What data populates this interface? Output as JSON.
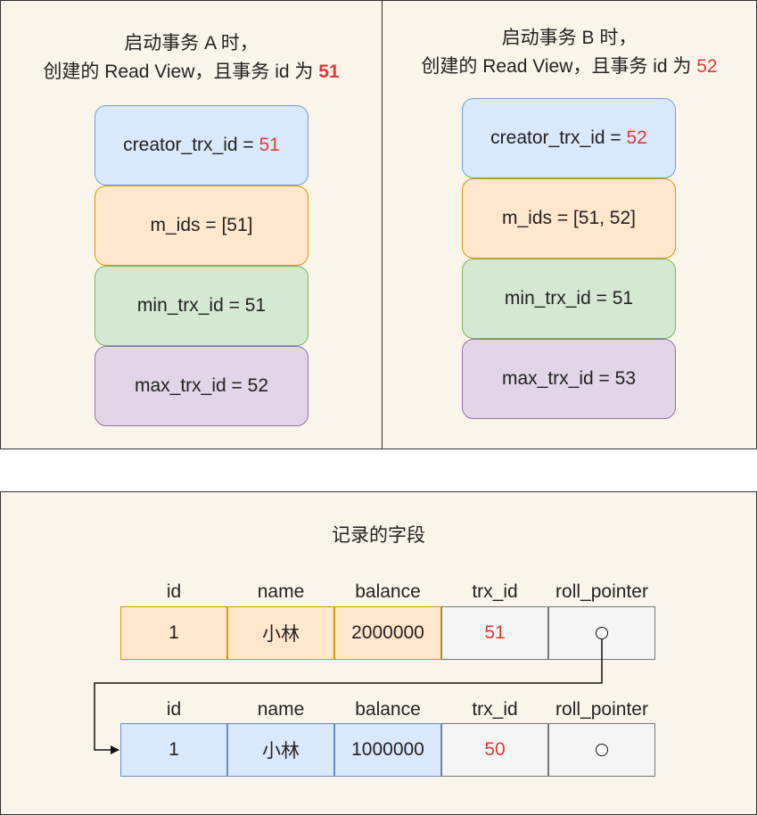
{
  "read_view_a": {
    "title_line1": "启动事务 A 时，",
    "title_line2_prefix": "创建的 Read View，且事务 id 为 ",
    "title_line2_id": "51",
    "creator_label": "creator_trx_id = ",
    "creator_value": "51",
    "m_ids": "m_ids = [51]",
    "min_trx_id": "min_trx_id = 51",
    "max_trx_id": "max_trx_id = 52"
  },
  "read_view_b": {
    "title_line1": "启动事务 B 时，",
    "title_line2_prefix": "创建的 Read View，且事务 id 为 ",
    "title_line2_id": "52",
    "creator_label": "creator_trx_id = ",
    "creator_value": "52",
    "m_ids": "m_ids = [51, 52]",
    "min_trx_id": "min_trx_id = 51",
    "max_trx_id": "max_trx_id = 53"
  },
  "records": {
    "title": "记录的字段",
    "headers": [
      "id",
      "name",
      "balance",
      "trx_id",
      "roll_pointer"
    ],
    "row1": [
      "1",
      "小林",
      "2000000",
      "51"
    ],
    "row2": [
      "1",
      "小林",
      "1000000",
      "50"
    ]
  },
  "colors": {
    "highlight_red": "#e53935",
    "panel_bg": "#f9f5ea",
    "blue": "#dae8fc",
    "orange": "#ffe6cc",
    "green": "#d5e8d4",
    "purple": "#e1d5e7"
  }
}
